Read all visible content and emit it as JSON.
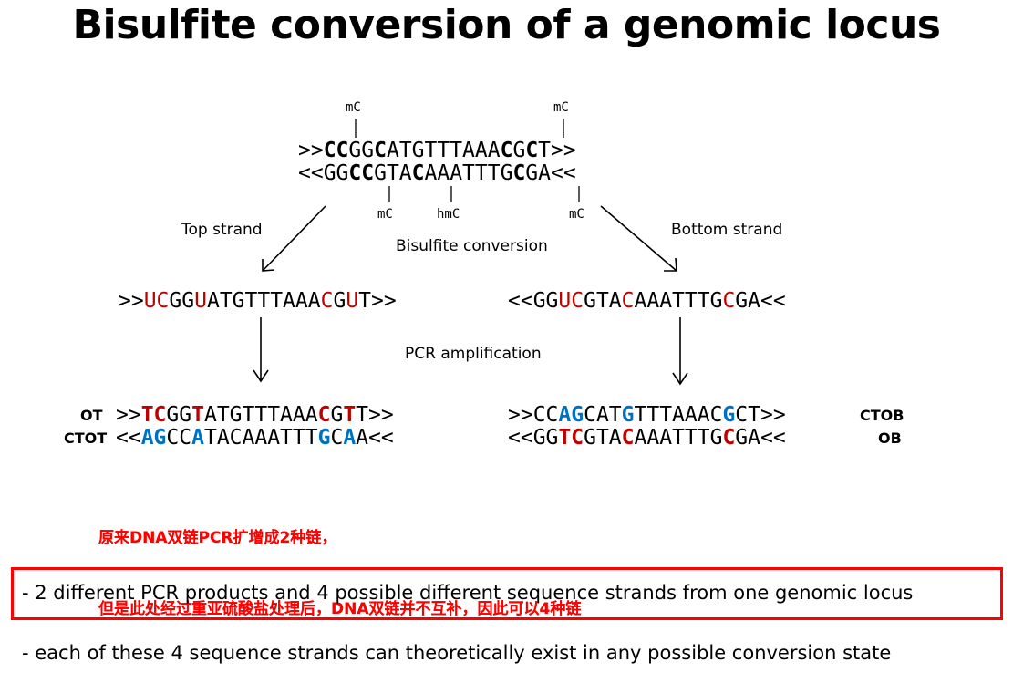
{
  "title": "Bisulfite conversion of a genomic locus",
  "genomic": {
    "top_strand": [
      {
        "t": ">>",
        "s": ""
      },
      {
        "t": "CC",
        "s": "b"
      },
      {
        "t": "GG",
        "s": ""
      },
      {
        "t": "C",
        "s": "b"
      },
      {
        "t": "ATGTTTAAA",
        "s": ""
      },
      {
        "t": "C",
        "s": "b"
      },
      {
        "t": "G",
        "s": ""
      },
      {
        "t": "C",
        "s": "b"
      },
      {
        "t": "T>>",
        "s": ""
      }
    ],
    "bottom_strand": [
      {
        "t": "<<GG",
        "s": ""
      },
      {
        "t": "CC",
        "s": "b"
      },
      {
        "t": "GTA",
        "s": ""
      },
      {
        "t": "C",
        "s": "b"
      },
      {
        "t": "AAATTTG",
        "s": ""
      },
      {
        "t": "C",
        "s": "b"
      },
      {
        "t": "GA<<",
        "s": ""
      }
    ],
    "marks_top": [
      "mC",
      "mC"
    ],
    "marks_bottom": [
      "mC",
      "hmC",
      "mC"
    ]
  },
  "labels": {
    "top_strand": "Top strand",
    "bottom_strand": "Bottom strand",
    "bisulfite": "Bisulfite conversion",
    "pcr": "PCR amplification"
  },
  "converted": {
    "top": [
      {
        "t": ">>",
        "s": ""
      },
      {
        "t": "UC",
        "s": "r"
      },
      {
        "t": "GG",
        "s": ""
      },
      {
        "t": "U",
        "s": "r"
      },
      {
        "t": "ATGTTTAAA",
        "s": ""
      },
      {
        "t": "C",
        "s": "r"
      },
      {
        "t": "G",
        "s": ""
      },
      {
        "t": "U",
        "s": "r"
      },
      {
        "t": "T>>",
        "s": ""
      }
    ],
    "bottom": [
      {
        "t": "<<GG",
        "s": ""
      },
      {
        "t": "UC",
        "s": "r"
      },
      {
        "t": "GTA",
        "s": ""
      },
      {
        "t": "C",
        "s": "r"
      },
      {
        "t": "AAATTTG",
        "s": ""
      },
      {
        "t": "C",
        "s": "r"
      },
      {
        "t": "GA<<",
        "s": ""
      }
    ]
  },
  "pcr_products": {
    "left_top": [
      {
        "t": ">>",
        "s": ""
      },
      {
        "t": "TC",
        "s": "r b"
      },
      {
        "t": "GG",
        "s": ""
      },
      {
        "t": "T",
        "s": "r b"
      },
      {
        "t": "ATGTTTAAA",
        "s": ""
      },
      {
        "t": "C",
        "s": "r b"
      },
      {
        "t": "G",
        "s": ""
      },
      {
        "t": "T",
        "s": "r b"
      },
      {
        "t": "T>>",
        "s": ""
      }
    ],
    "left_bottom": [
      {
        "t": "<<",
        "s": ""
      },
      {
        "t": "AG",
        "s": "bl b"
      },
      {
        "t": "CC",
        "s": ""
      },
      {
        "t": "A",
        "s": "bl b"
      },
      {
        "t": "TACAAATTT",
        "s": ""
      },
      {
        "t": "G",
        "s": "bl b"
      },
      {
        "t": "C",
        "s": ""
      },
      {
        "t": "A",
        "s": "bl b"
      },
      {
        "t": "A<<",
        "s": ""
      }
    ],
    "right_top": [
      {
        "t": ">>CC",
        "s": ""
      },
      {
        "t": "AG",
        "s": "bl b"
      },
      {
        "t": "CAT",
        "s": ""
      },
      {
        "t": "G",
        "s": "bl b"
      },
      {
        "t": "TTTAAAC",
        "s": ""
      },
      {
        "t": "G",
        "s": "bl b"
      },
      {
        "t": "CT>>",
        "s": ""
      }
    ],
    "right_bottom": [
      {
        "t": "<<GG",
        "s": ""
      },
      {
        "t": "TC",
        "s": "r b"
      },
      {
        "t": "GTA",
        "s": ""
      },
      {
        "t": "C",
        "s": "r b"
      },
      {
        "t": "AAATTTG",
        "s": ""
      },
      {
        "t": "C",
        "s": "r b"
      },
      {
        "t": "GA<<",
        "s": ""
      }
    ],
    "strand_labels": {
      "ot": "OT",
      "ctot": "CTOT",
      "ctob": "CTOB",
      "ob": "OB"
    }
  },
  "note": {
    "line1": "原来DNA双链PCR扩增成2种链，",
    "line2": "但是此处经过重亚硫酸盐处理后，DNA双链并不互补，因此可以4种链"
  },
  "bullets": [
    "- 2 different PCR products and 4 possible different sequence strands from one genomic locus",
    "- each of these 4 sequence strands can theoretically exist in any possible conversion state"
  ],
  "colors": {
    "red": "#c00000",
    "blue": "#0070c0",
    "note_red": "#ff0000"
  }
}
